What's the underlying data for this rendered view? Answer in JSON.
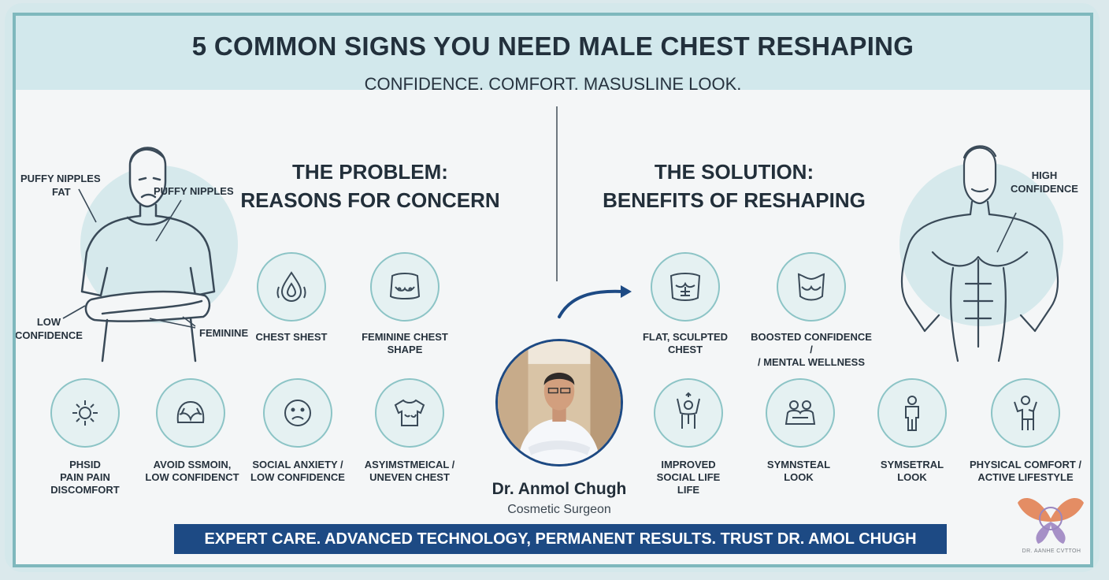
{
  "header": {
    "title": "5 COMMON SIGNS YOU NEED MALE CHEST RESHAPING",
    "subtitle": "CONFIDENCE. COMFORT. MASUSLINE LOOK."
  },
  "problem": {
    "heading_line1": "THE PROBLEM:",
    "heading_line2": "REASONS FOR CONCERN",
    "figure_labels": {
      "puffy_fat_1": "PUFFY NIPPLES",
      "puffy_fat_2": "FAT",
      "puffy_nipples": "PUFFY NIPPLES",
      "low_conf_1": "LOW",
      "low_conf_2": "CONFIDENCE",
      "feminine": "FEMININE"
    },
    "icons_top": [
      {
        "icon": "droplet-icon",
        "line1": "CHEST SHEST",
        "line2": ""
      },
      {
        "icon": "chest-icon",
        "line1": "FEMININE CHEST",
        "line2": "SHAPE"
      }
    ],
    "icons_bottom": [
      {
        "icon": "sun-pain-icon",
        "line1": "PHSID",
        "line2": "PAIN PAIN",
        "line3": "DISCOMFORT"
      },
      {
        "icon": "hiding-icon",
        "line1": "AVOID SSMOIN,",
        "line2": "LOW CONFIDENCT"
      },
      {
        "icon": "sad-face-icon",
        "line1": "SOCIAL ANXIETY /",
        "line2": "LOW CONFIDENCE"
      },
      {
        "icon": "uneven-chest-icon",
        "line1": "ASYIMSTMEICAL /",
        "line2": "UNEVEN CHEST"
      }
    ]
  },
  "solution": {
    "heading_line1": "THE SOLUTION:",
    "heading_line2": "BENEFITS OF RESHAPING",
    "figure_labels": {
      "high": "HIGH",
      "confidence": "CONFIDENCE"
    },
    "icons_top": [
      {
        "icon": "sculpted-chest-icon",
        "line1": "FLAT, SCULPTED",
        "line2": "CHEST"
      },
      {
        "icon": "torso-icon",
        "line1": "BOOSTED CONFIDENCE /",
        "line2": "/ MENTAL WELLNESS"
      }
    ],
    "icons_bottom": [
      {
        "icon": "raised-arms-icon",
        "line1": "IMPROVED",
        "line2": "SOCIAL LIFE",
        "line3": "LIFE"
      },
      {
        "icon": "people-icon",
        "line1": "SYMNSTEAL",
        "line2": "LOOK"
      },
      {
        "icon": "standing-person-icon",
        "line1": "SYMSETRAL",
        "line2": "LOOK"
      },
      {
        "icon": "active-person-icon",
        "line1": "PHYSICAL COMFORT /",
        "line2": "ACTIVE LIFESTYLE"
      }
    ]
  },
  "doctor": {
    "name": "Dr. Anmol Chugh",
    "role": "Cosmetic Surgeon"
  },
  "banner": "EXPERT CARE. ADVANCED TECHNOLOGY, PERMANENT RESULTS. TRUST DR. AMOL CHUGH",
  "logo_text": "DR. AANHE CVTTOH",
  "colors": {
    "accent": "#1d4a84",
    "teal": "#8cc4c6",
    "header_bg": "#d2e8ec"
  }
}
